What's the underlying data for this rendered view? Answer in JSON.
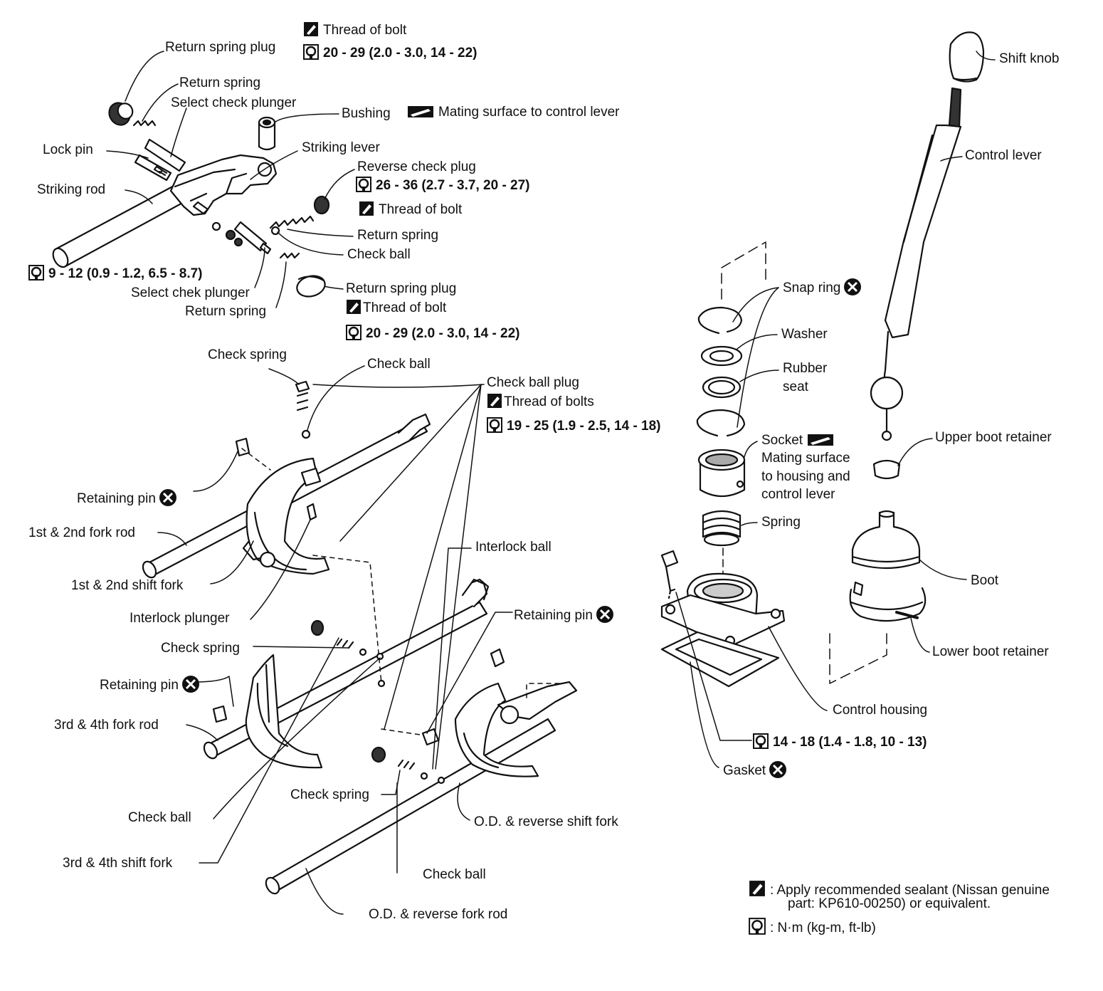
{
  "icons": {
    "sealant": "sealant-icon",
    "torque": "torque-wrench-icon",
    "replace": "replace-x-icon",
    "mating_surface": "mating-surface-icon"
  },
  "labels": {
    "return_spring_plug_top": "Return spring plug",
    "thread_of_bolt_top": "Thread of bolt",
    "torque_top": "20 - 29 (2.0 - 3.0, 14 - 22)",
    "return_spring_top": "Return spring",
    "select_check_plunger": "Select check plunger",
    "bushing": "Bushing",
    "mating_surface_control_lever": "Mating surface to control lever",
    "lock_pin": "Lock pin",
    "striking_lever": "Striking lever",
    "striking_rod": "Striking rod",
    "reverse_check_plug": "Reverse check plug",
    "torque_reverse": "26 - 36 (2.7 - 3.7, 20 - 27)",
    "thread_of_bolt_reverse": "Thread of bolt",
    "return_spring_mid": "Return spring",
    "check_ball_mid": "Check ball",
    "torque_striking": "9 - 12 (0.9 - 1.2, 6.5 - 8.7)",
    "select_chek_plunger": "Select chek plunger",
    "return_spring_plug_mid": "Return spring plug",
    "return_spring_low": "Return spring",
    "thread_of_bolt_mid": "Thread of bolt",
    "torque_mid": "20 - 29 (2.0 - 3.0, 14 - 22)",
    "check_spring_top": "Check spring",
    "check_ball_upper": "Check ball",
    "check_ball_plug": "Check ball plug",
    "thread_of_bolts": "Thread of bolts",
    "torque_plug": "19 - 25 (1.9 - 2.5, 14 - 18)",
    "retaining_pin_1": "Retaining pin",
    "fork_rod_12": "1st & 2nd fork rod",
    "shift_fork_12": "1st & 2nd shift fork",
    "interlock_plunger": "Interlock plunger",
    "interlock_ball": "Interlock ball",
    "retaining_pin_2": "Retaining pin",
    "check_spring_mid": "Check spring",
    "retaining_pin_3": "Retaining pin",
    "fork_rod_34": "3rd & 4th fork rod",
    "check_spring_low": "Check spring",
    "check_ball_low": "Check ball",
    "od_reverse_shift_fork": "O.D. & reverse shift fork",
    "shift_fork_34": "3rd & 4th shift fork",
    "check_ball_bottom": "Check ball",
    "od_reverse_fork_rod": "O.D. & reverse fork rod",
    "shift_knob": "Shift knob",
    "control_lever": "Control lever",
    "snap_ring": "Snap ring",
    "washer": "Washer",
    "rubber_seat_1": "Rubber",
    "rubber_seat_2": "seat",
    "socket": "Socket",
    "socket_note_1": "Mating surface",
    "socket_note_2": "to housing and",
    "socket_note_3": "control lever",
    "spring": "Spring",
    "upper_boot_retainer": "Upper boot retainer",
    "boot": "Boot",
    "lower_boot_retainer": "Lower boot retainer",
    "control_housing": "Control housing",
    "torque_housing": "14 - 18 (1.4 - 1.8, 10 - 13)",
    "gasket": "Gasket"
  },
  "legend": {
    "sealant_line1": ": Apply recommended sealant (Nissan genuine",
    "sealant_line2": "part: KP610-00250) or equivalent.",
    "torque_unit": ": N·m (kg-m, ft-lb)"
  }
}
